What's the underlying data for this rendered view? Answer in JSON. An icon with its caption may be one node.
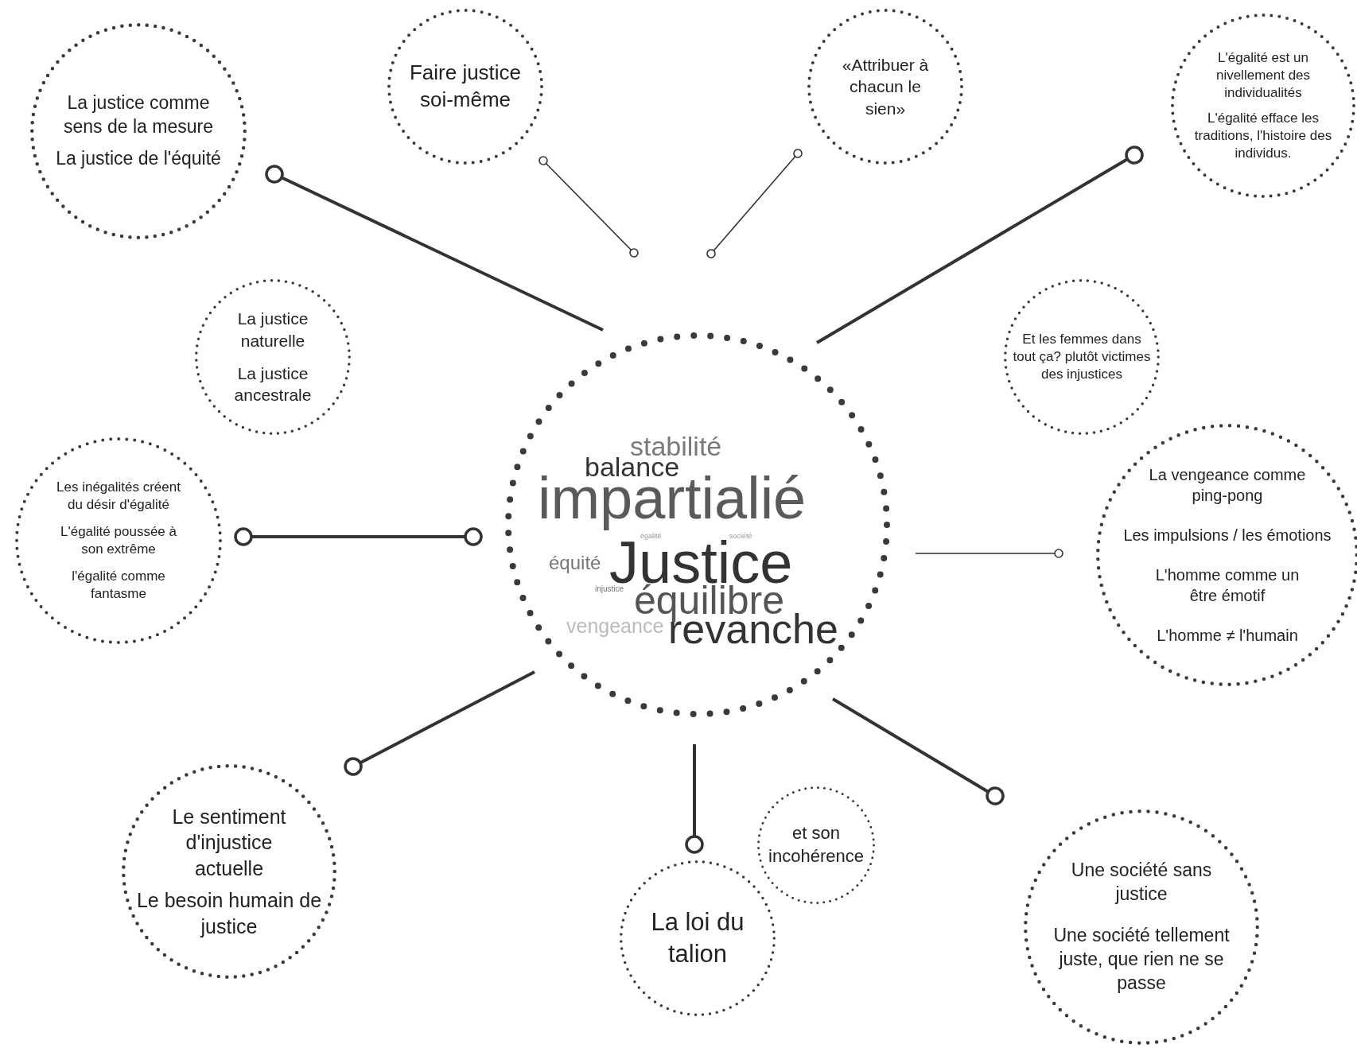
{
  "diagram": {
    "nodes": [
      {
        "text": [
          "stabilité",
          "balance",
          "impartialié",
          "égalité",
          "société",
          "équité",
          "Justice",
          "injustice",
          "équilibre",
          "vengeance",
          "revanche"
        ]
      },
      {
        "text": [
          "La justice comme sens de la mesure",
          "La justice de l'équité"
        ]
      },
      {
        "text": [
          "Faire justice soi-même"
        ]
      },
      {
        "text": [
          "«Attribuer à chacun le sien»"
        ]
      },
      {
        "text": [
          "L'égalité est un nivellement des individualités",
          "L'égalité efface les traditions, l'histoire des individus."
        ]
      },
      {
        "text": [
          "La justice naturelle",
          "La justice ancestrale"
        ]
      },
      {
        "text": [
          "Et les femmes dans tout ça? plutôt victimes des injustices"
        ]
      },
      {
        "text": [
          "Les inégalités créent du désir d'égalité",
          "L'égalité poussée à son extrême",
          "l'égalité comme fantasme"
        ]
      },
      {
        "text": [
          "La vengeance comme ping-pong",
          "Les impulsions / les émotions",
          "L'homme comme un être émotif",
          "L'homme ≠ l'humain"
        ]
      },
      {
        "text": [
          "Le sentiment d'injustice actuelle",
          "Le besoin humain de justice"
        ]
      },
      {
        "text": [
          "et son incohérence"
        ]
      },
      {
        "text": [
          "La loi du talion"
        ]
      },
      {
        "text": [
          "Une société sans justice",
          "Une société tellement juste, que rien ne se passe"
        ]
      }
    ],
    "edges": [
      {
        "from": 0,
        "to": 1,
        "arrow": "other"
      },
      {
        "from": 0,
        "to": 2,
        "arrow": "other"
      },
      {
        "from": 0,
        "to": 3,
        "arrow": "other"
      },
      {
        "from": 0,
        "to": 4,
        "arrow": "other"
      },
      {
        "from": 0,
        "to": 7,
        "arrow": "other"
      },
      {
        "from": 0,
        "to": 8,
        "arrow": "other"
      },
      {
        "from": 0,
        "to": 9,
        "arrow": "other"
      },
      {
        "from": 0,
        "to": 11,
        "arrow": "other"
      },
      {
        "from": 0,
        "to": 12,
        "arrow": "other"
      }
    ]
  }
}
